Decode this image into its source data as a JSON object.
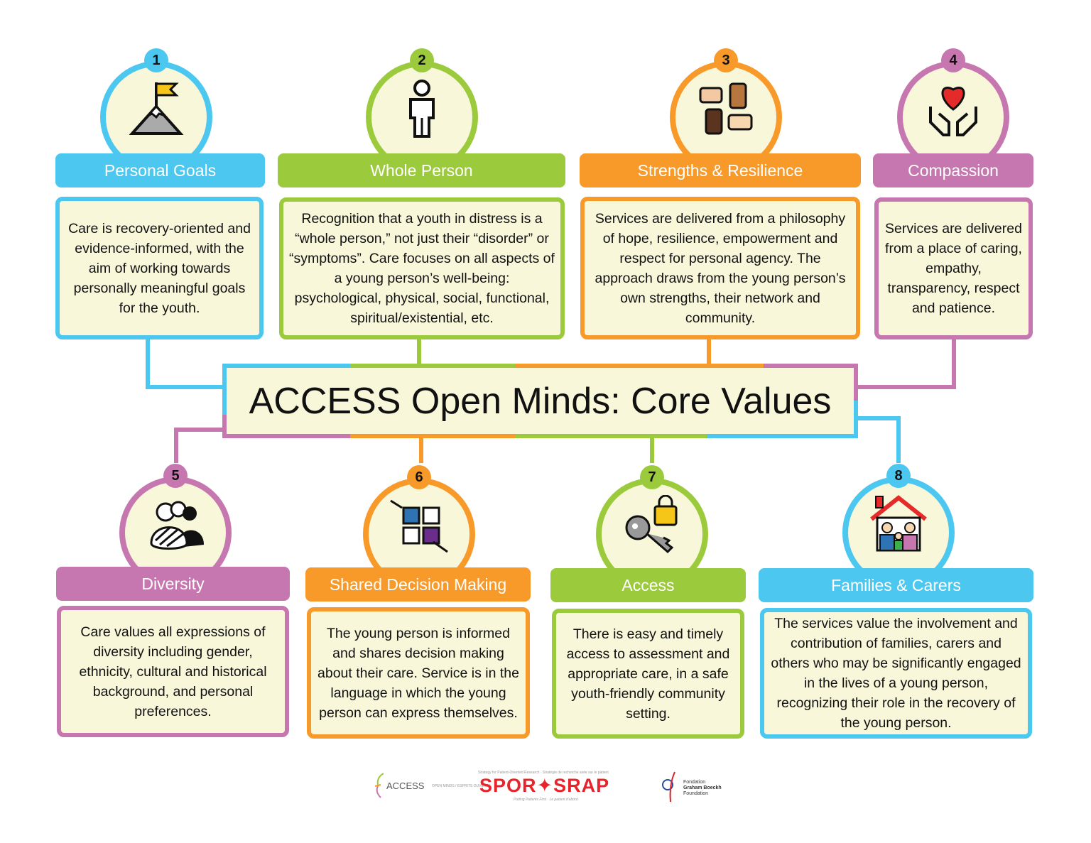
{
  "title": "ACCESS Open Minds: Core Values",
  "colors": {
    "blue": "#4cc7f0",
    "green": "#9bcb3c",
    "orange": "#f89a2a",
    "purple": "#c677b0",
    "cream": "#f8f7d9"
  },
  "values": [
    {
      "number": "1",
      "heading": "Personal Goals",
      "icon": "mountain-flag-icon",
      "color": "#4cc7f0",
      "text": "Care is recovery-oriented and evidence-informed, with the aim of working towards personally meaningful goals for the youth."
    },
    {
      "number": "2",
      "heading": "Whole Person",
      "icon": "person-icon",
      "color": "#9bcb3c",
      "text": "Recognition that a youth in distress is a “whole person,” not just their “disorder” or “symptoms”. Care focuses on all aspects of a young person’s well-being: psychological, physical, social, functional, spiritual/existential, etc."
    },
    {
      "number": "3",
      "heading": "Strengths & Resilience",
      "icon": "joined-hands-icon",
      "color": "#f89a2a",
      "text": "Services are delivered from a philosophy of hope, resilience, empowerment and respect for personal agency. The approach draws from the young person’s own strengths, their network and community."
    },
    {
      "number": "4",
      "heading": "Compassion",
      "icon": "heart-hands-icon",
      "color": "#c677b0",
      "text": "Services are delivered from a place of caring, empathy, transparency, respect and patience."
    },
    {
      "number": "5",
      "heading": "Diversity",
      "icon": "diverse-people-icon",
      "color": "#c677b0",
      "text": "Care values all expressions of diversity including gender, ethnicity, cultural and historical background, and personal preferences."
    },
    {
      "number": "6",
      "heading": "Shared Decision Making",
      "icon": "puzzle-hands-icon",
      "color": "#f89a2a",
      "text": "The young person is informed and shares decision making about their care. Service is in the language in which the young person can express themselves."
    },
    {
      "number": "7",
      "heading": "Access",
      "icon": "key-lock-icon",
      "color": "#9bcb3c",
      "text": "There is easy and timely access to assessment and appropriate care, in a safe youth-friendly community setting."
    },
    {
      "number": "8",
      "heading": "Families & Carers",
      "icon": "family-house-icon",
      "color": "#4cc7f0",
      "text": "The services value the involvement and contribution of families, carers and others who may be significantly engaged in the lives of a young person, recognizing their role in the recovery of the young person."
    }
  ],
  "logos": [
    {
      "name": "ACCESS OPEN MINDS ESPRITS OUVERTS",
      "main": "ACCESS",
      "sub": "OPEN MINDS / ESPRITS OUVERTS"
    },
    {
      "name": "SPOR SRAP",
      "main": "SPOR✦SRAP",
      "top": "Strategy for Patient-Oriented Research · Stratégie de recherche axée sur le patient",
      "bottom": "Putting Patients First · Le patient d'abord"
    },
    {
      "name": "Fondation Graham Boeckh Foundation",
      "line1": "Fondation",
      "line2": "Graham Boeckh",
      "line3": "Foundation"
    }
  ]
}
